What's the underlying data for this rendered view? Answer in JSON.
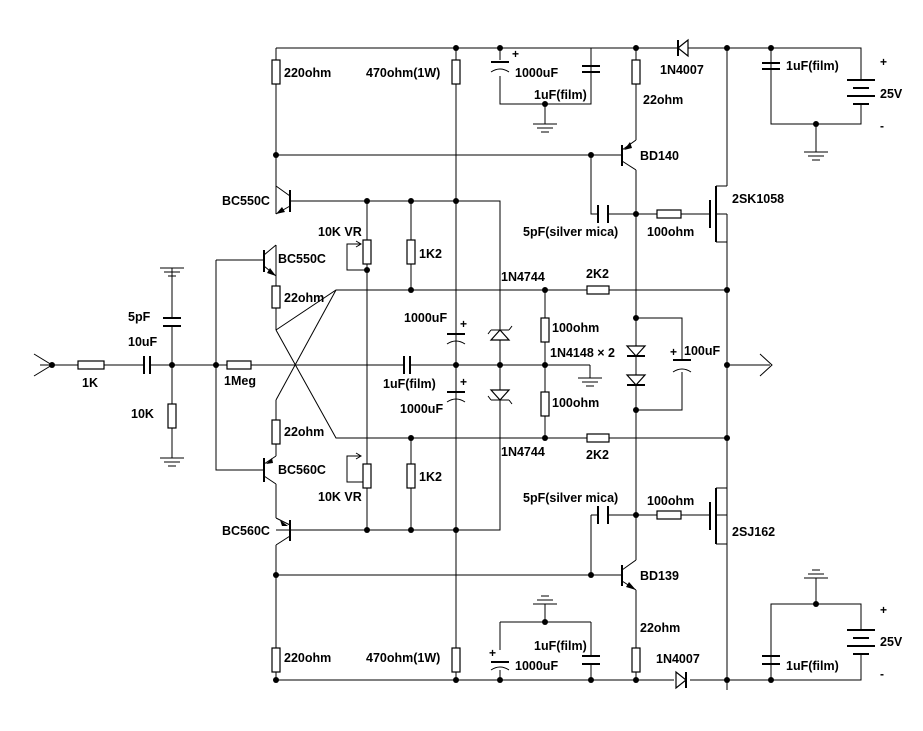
{
  "labels": {
    "r_220_top": "220ohm",
    "r_470_top": "470ohm(1W)",
    "c_1000_top": "1000uF",
    "c_1uf_top": "1uF(film)",
    "d_1n4007_top": "1N4007",
    "c_1uf_top_supply": "1uF(film)",
    "v_top": "25V",
    "r_22_top": "22ohm",
    "q_bd140": "BD140",
    "q_2sk1058": "2SK1058",
    "q_bc550_top": "BC550C",
    "q_bc550_second": "BC550C",
    "vr_top": "10K VR",
    "r_1k2_top": "1K2",
    "c_5p_silver_top": "5pF(silver mica)",
    "r_100_gate_top": "100ohm",
    "d_1n4744_top": "1N4744",
    "r_2k2_top": "2K2",
    "r_22_emit_top": "22ohm",
    "c_5pf_in": "5pF",
    "c_10uf_in": "10uF",
    "c_1000_mid_top": "1000uF",
    "r_100_bias_top": "100ohm",
    "d_1n4148": "1N4148 × 2",
    "c_100uf": "100uF",
    "r_1k_in": "1K",
    "r_1meg": "1Meg",
    "c_1uf_mid": "1uF(film)",
    "r_10k_in": "10K",
    "c_1000_mid_bot": "1000uF",
    "r_100_bias_bot": "100ohm",
    "r_22_emit_bot": "22ohm",
    "d_1n4744_bot": "1N4744",
    "r_2k2_bot": "2K2",
    "q_bc560_second": "BC560C",
    "vr_bot": "10K VR",
    "r_1k2_bot": "1K2",
    "c_5p_silver_bot": "5pF(silver mica)",
    "r_100_gate_bot": "100ohm",
    "q_bc560_bot": "BC560C",
    "q_2sj162": "2SJ162",
    "q_bd139": "BD139",
    "c_1uf_bot": "1uF(film)",
    "r_22_bot": "22ohm",
    "r_220_bot": "220ohm",
    "r_470_bot": "470ohm(1W)",
    "c_1000_bot": "1000uF",
    "d_1n4007_bot": "1N4007",
    "c_1uf_bot_supply": "1uF(film)",
    "v_bot": "25V"
  }
}
